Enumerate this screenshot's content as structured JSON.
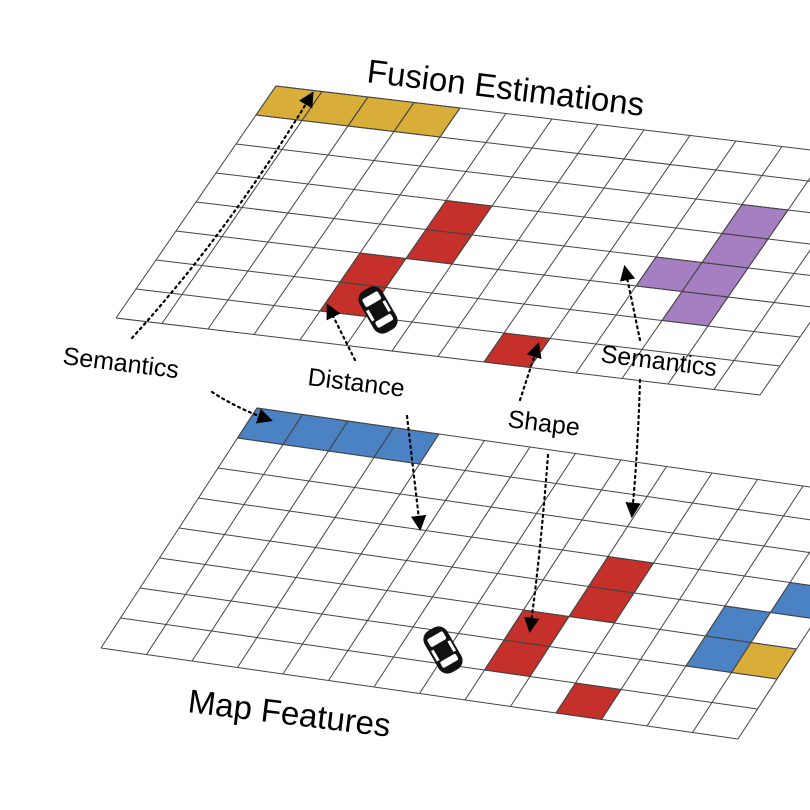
{
  "diagram": {
    "titles": {
      "top": "Fusion Estimations",
      "bottom": "Map Features"
    },
    "labels": {
      "semantics_left": "Semantics",
      "semantics_right": "Semantics",
      "distance": "Distance",
      "shape": "Shape"
    },
    "colors": {
      "gold": "#d8ad38",
      "purple": "#a57fc2",
      "red": "#c6302a",
      "blue": "#4a82c4",
      "grid": "#444444"
    },
    "grids": {
      "top": {
        "cells": [
          {
            "r": 0,
            "c": 0,
            "color": "gold"
          },
          {
            "r": 0,
            "c": 1,
            "color": "gold"
          },
          {
            "r": 0,
            "c": 2,
            "color": "gold"
          },
          {
            "r": 0,
            "c": 3,
            "color": "gold"
          },
          {
            "r": 3,
            "c": 5,
            "color": "red"
          },
          {
            "r": 4,
            "c": 5,
            "color": "red"
          },
          {
            "r": 5,
            "c": 4,
            "color": "red"
          },
          {
            "r": 6,
            "c": 4,
            "color": "red"
          },
          {
            "r": 7,
            "c": 8,
            "color": "red"
          },
          {
            "r": 2,
            "c": 11,
            "color": "purple"
          },
          {
            "r": 3,
            "c": 11,
            "color": "purple"
          },
          {
            "r": 4,
            "c": 10,
            "color": "purple"
          },
          {
            "r": 4,
            "c": 11,
            "color": "purple"
          },
          {
            "r": 5,
            "c": 11,
            "color": "purple"
          }
        ]
      },
      "bottom": {
        "cells": [
          {
            "r": 0,
            "c": 0,
            "color": "blue"
          },
          {
            "r": 0,
            "c": 1,
            "color": "blue"
          },
          {
            "r": 0,
            "c": 2,
            "color": "blue"
          },
          {
            "r": 0,
            "c": 3,
            "color": "blue"
          },
          {
            "r": 3,
            "c": 9,
            "color": "red"
          },
          {
            "r": 4,
            "c": 9,
            "color": "red"
          },
          {
            "r": 5,
            "c": 8,
            "color": "red"
          },
          {
            "r": 6,
            "c": 8,
            "color": "red"
          },
          {
            "r": 7,
            "c": 10,
            "color": "red"
          },
          {
            "r": 3,
            "c": 13,
            "color": "blue"
          },
          {
            "r": 4,
            "c": 12,
            "color": "blue"
          },
          {
            "r": 5,
            "c": 12,
            "color": "blue"
          },
          {
            "r": 5,
            "c": 13,
            "color": "gold"
          }
        ]
      }
    }
  }
}
